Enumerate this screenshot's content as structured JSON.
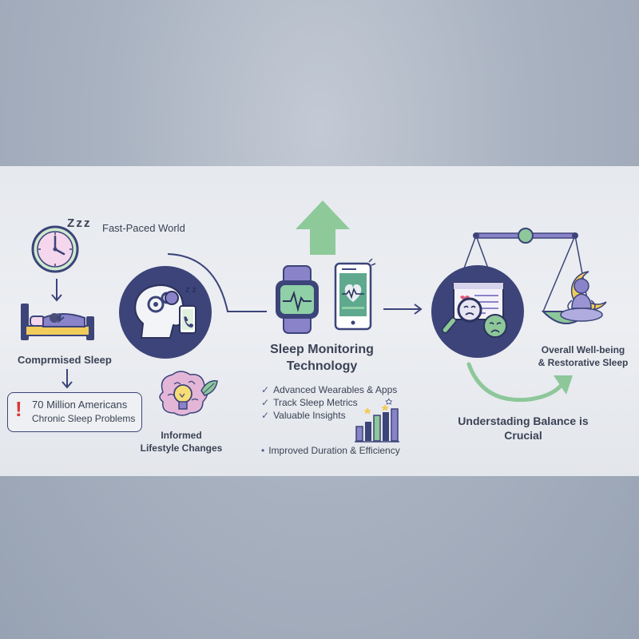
{
  "left": {
    "fast_paced": "Fast-Paced World",
    "zzz": "Z z z",
    "compromised_sleep": "Comprmised Sleep",
    "alert_line1": "70 Million Americans",
    "alert_line2": "Chronic Sleep Problems",
    "alert_mark": "!"
  },
  "mid_left": {
    "zz": "z z",
    "informed_line1": "Informed",
    "informed_line2": "Lifestyle Changes"
  },
  "center": {
    "title_line1": "Sleep Monitoring",
    "title_line2": "Technology",
    "checks": [
      "Advanced Wearables & Apps",
      "Track Sleep Metrics",
      "Valuable Insights"
    ],
    "check_mark": "✓",
    "bullet": "Improved Duration & Efficiency",
    "bullet_mark": "•"
  },
  "right": {
    "wellbeing_line1": "Overall Well-being",
    "wellbeing_line2": "& Restorative Sleep",
    "balance_line1": "Understading Balance is",
    "balance_line2": "Crucial"
  },
  "colors": {
    "navy": "#3c4479",
    "purple": "#8a83c9",
    "green": "#8dc79a",
    "teal_screen": "#5fa98f",
    "pink": "#d9a8cf",
    "yellow": "#f1cc5a",
    "red": "#d63b3b"
  },
  "icons": [
    "clock-icon",
    "bed-icon",
    "head-gears-icon",
    "phone-icon",
    "lightbulb-brain-icon",
    "smartwatch-icon",
    "smartphone-heart-icon",
    "up-arrow-icon",
    "bar-chart-icon",
    "magnifier-report-icon",
    "balance-scale-icon",
    "meditation-icon",
    "moon-icon"
  ]
}
